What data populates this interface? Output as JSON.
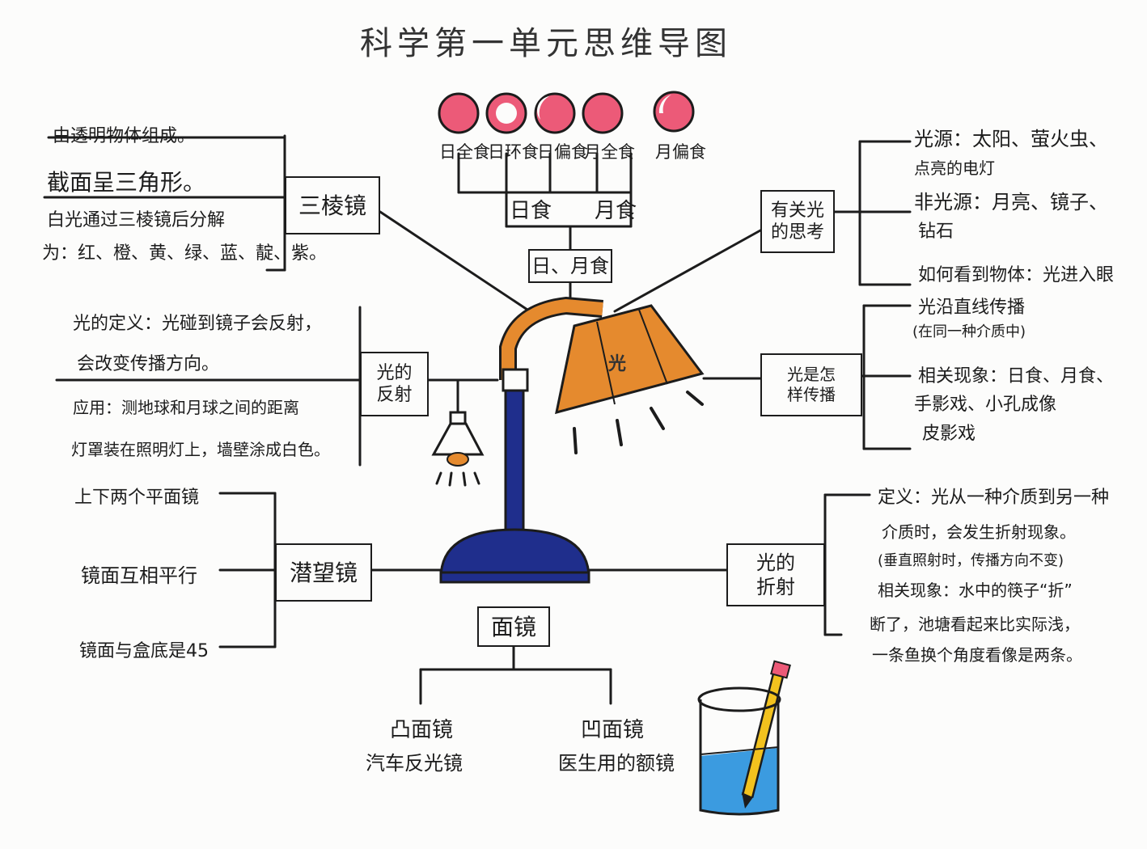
{
  "title": "科学第一单元思维导图",
  "colors": {
    "ink": "#1c1c1c",
    "shade_orange": "#e58a2e",
    "lamp_blue": "#1f2e8c",
    "eclipse_pink": "#ec5a78",
    "water_blue": "#3b9be0",
    "pencil_yellow": "#f2c21e"
  },
  "eclipse": {
    "phases": [
      {
        "label": "日全食",
        "icon": "full-circle-icon"
      },
      {
        "label": "日环食",
        "icon": "ring-circle-icon"
      },
      {
        "label": "日偏食",
        "icon": "partial-circle-icon"
      },
      {
        "label": "月全食",
        "icon": "full-circle-icon"
      },
      {
        "label": "月偏食",
        "icon": "partial-circle-icon"
      }
    ],
    "solar_label": "日食",
    "lunar_label": "月食",
    "center": "日、月食"
  },
  "prism": {
    "box": "三棱镜",
    "lines": [
      "由透明物体组成。",
      "截面呈三角形。",
      "白光通过三棱镜后分解",
      "为：红、橙、黄、绿、蓝、靛、紫。"
    ]
  },
  "reflection": {
    "box_line1": "光的",
    "box_line2": "反射",
    "lines": [
      "光的定义：光碰到镜子会反射，",
      "会改变传播方向。",
      "应用：测地球和月球之间的距离",
      "灯罩装在照明灯上，墙壁涂成白色。"
    ]
  },
  "periscope": {
    "box": "潜望镜",
    "lines": [
      "上下两个平面镜",
      "镜面互相平行",
      "镜面与盒底是45"
    ]
  },
  "mirror": {
    "box": "面镜",
    "convex_name": "凸面镜",
    "convex_use": "汽车反光镜",
    "concave_name": "凹面镜",
    "concave_use": "医生用的额镜"
  },
  "thinking": {
    "box_line1": "有关光",
    "box_line2": "的思考",
    "source_1": "光源：太阳、萤火虫、",
    "source_2": "点亮的电灯",
    "nonsource_1": "非光源：月亮、镜子、",
    "nonsource_2": "钻石",
    "see": "如何看到物体：光进入眼"
  },
  "propagation": {
    "box_line1": "光是怎",
    "box_line2": "样传播",
    "straight": "光沿直线传播",
    "medium": "(在同一种介质中)",
    "phen_1": "相关现象：日食、月食、",
    "phen_2": "手影戏、小孔成像",
    "phen_3": "皮影戏"
  },
  "refraction": {
    "box_line1": "光的",
    "box_line2": "折射",
    "lines": [
      "定义：光从一种介质到另一种",
      "介质时，会发生折射现象。",
      "(垂直照射时，传播方向不变)",
      "相关现象：水中的筷子“折”",
      "断了，池塘看起来比实际浅，",
      "一条鱼换个角度看像是两条。"
    ]
  },
  "shade_mark": "光"
}
